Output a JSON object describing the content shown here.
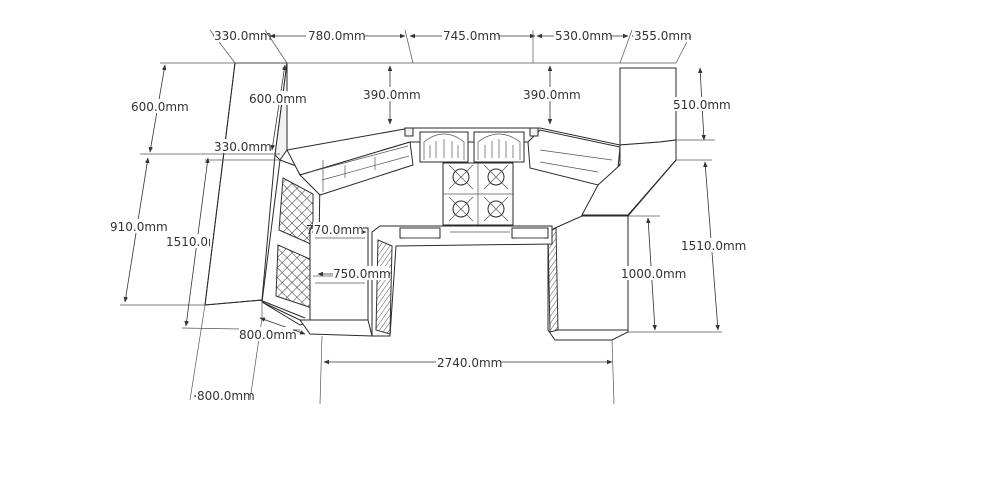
{
  "dimensions": {
    "top_330": "330.0mm",
    "top_780": "780.0mm",
    "top_745": "745.0mm",
    "top_530": "530.0mm",
    "top_355": "355.0mm",
    "left_600_outer": "600.0mm",
    "left_600_inner": "600.0mm",
    "left_330": "330.0mm",
    "mid_390_left": "390.0mm",
    "mid_390_right": "390.0mm",
    "right_510": "510.0mm",
    "left_910": "910.0mm",
    "left_1510": "1510.0mm",
    "right_1510": "1510.0mm",
    "right_1000": "1000.0mm",
    "inner_770": "770.0mm",
    "inner_750": "750.0mm",
    "bottom_800_a": "800.0mm",
    "bottom_800_b": "800.0mm",
    "bottom_2740": "2740.0mm"
  }
}
